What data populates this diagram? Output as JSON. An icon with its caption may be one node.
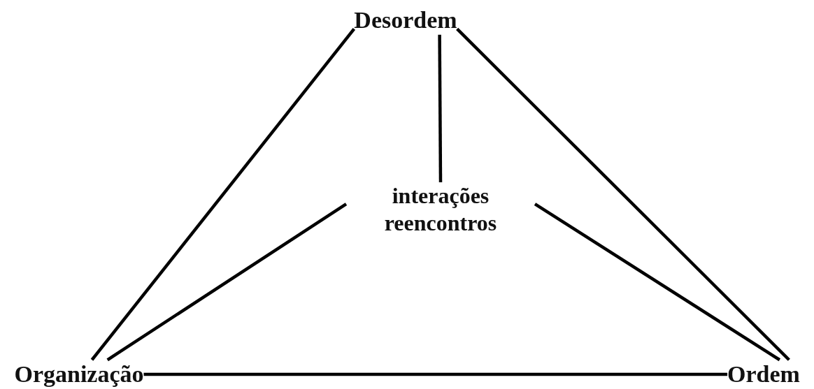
{
  "diagram": {
    "nodes": [
      {
        "text": [
          "Desordem"
        ]
      },
      {
        "text": [
          "interações reencontros"
        ]
      },
      {
        "text": [
          "Organização"
        ]
      },
      {
        "text": [
          "Ordem"
        ]
      }
    ],
    "edges": [
      {
        "from": 0,
        "to": 1,
        "arrow": "none"
      },
      {
        "from": 0,
        "to": 2,
        "arrow": "none"
      },
      {
        "from": 0,
        "to": 3,
        "arrow": "none"
      },
      {
        "from": 1,
        "to": 2,
        "arrow": "none"
      },
      {
        "from": 1,
        "to": 3,
        "arrow": "none"
      },
      {
        "from": 2,
        "to": 3,
        "arrow": "none"
      }
    ]
  }
}
